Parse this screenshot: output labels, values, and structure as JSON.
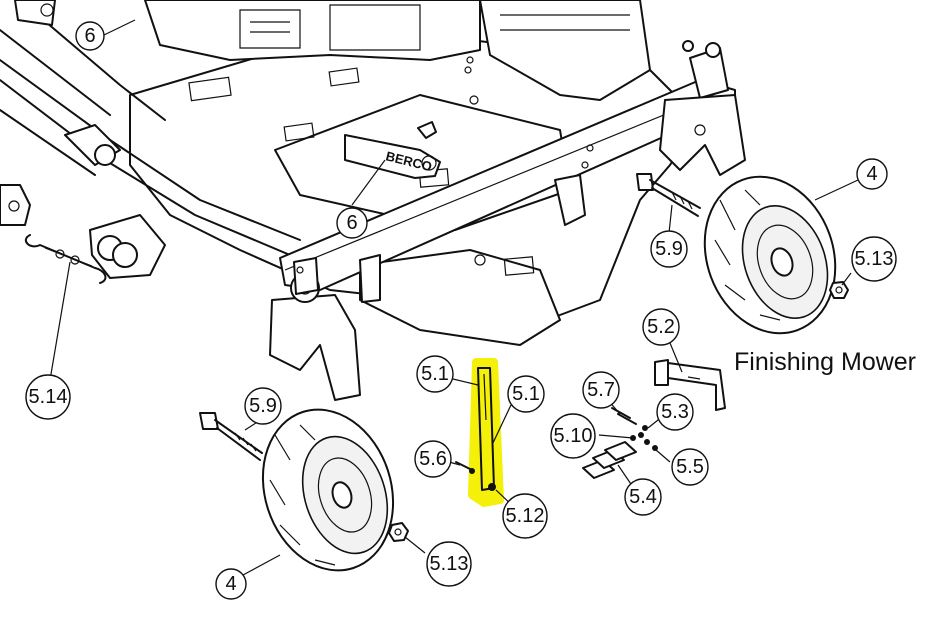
{
  "caption": "Finishing Mower",
  "highlight_color": "#f4f00a",
  "callouts": {
    "c6a": "6",
    "c6b": "6",
    "c4a": "4",
    "c4b": "4",
    "c59a": "5.9",
    "c59b": "5.9",
    "c513a": "5.13",
    "c513b": "5.13",
    "c514": "5.14",
    "c52": "5.2",
    "c51a": "5.1",
    "c51b": "5.1",
    "c56": "5.6",
    "c512": "5.12",
    "c57": "5.7",
    "c53": "5.3",
    "c510": "5.10",
    "c55": "5.5",
    "c54": "5.4"
  },
  "logo_text": "BERCO"
}
